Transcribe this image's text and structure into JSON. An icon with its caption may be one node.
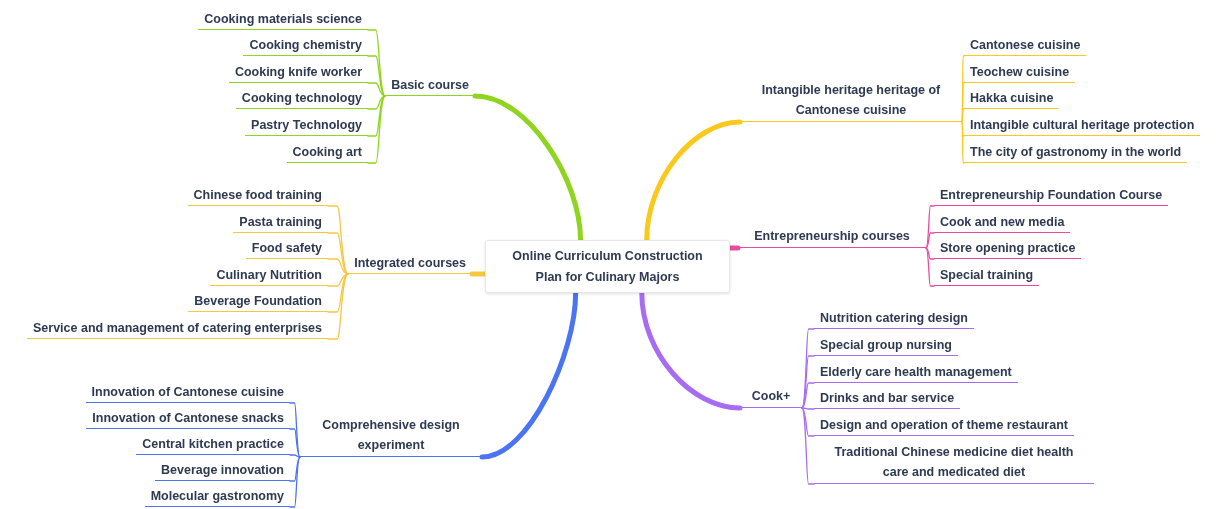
{
  "diagram": {
    "nodes": [
      {
        "text": [
          "Online Curriculum Construction Plan for Culinary Majors"
        ]
      },
      {
        "text": [
          "Basic course"
        ]
      },
      {
        "text": [
          "Cooking materials science"
        ]
      },
      {
        "text": [
          "Cooking chemistry"
        ]
      },
      {
        "text": [
          "Cooking knife worker"
        ]
      },
      {
        "text": [
          "Cooking technology"
        ]
      },
      {
        "text": [
          "Pastry Technology"
        ]
      },
      {
        "text": [
          "Cooking art"
        ]
      },
      {
        "text": [
          "Integrated courses"
        ]
      },
      {
        "text": [
          "Chinese food training"
        ]
      },
      {
        "text": [
          "Pasta training"
        ]
      },
      {
        "text": [
          "Food safety"
        ]
      },
      {
        "text": [
          "Culinary Nutrition"
        ]
      },
      {
        "text": [
          "Beverage Foundation"
        ]
      },
      {
        "text": [
          "Service and management of catering enterprises"
        ]
      },
      {
        "text": [
          "Comprehensive design experiment"
        ]
      },
      {
        "text": [
          "Innovation of Cantonese cuisine"
        ]
      },
      {
        "text": [
          "Innovation of Cantonese snacks"
        ]
      },
      {
        "text": [
          "Central kitchen practice"
        ]
      },
      {
        "text": [
          "Beverage innovation"
        ]
      },
      {
        "text": [
          "Molecular gastronomy"
        ]
      },
      {
        "text": [
          "Intangible heritage heritage of Cantonese cuisine"
        ]
      },
      {
        "text": [
          "Cantonese cuisine"
        ]
      },
      {
        "text": [
          "Teochew cuisine"
        ]
      },
      {
        "text": [
          "Hakka cuisine"
        ]
      },
      {
        "text": [
          "Intangible cultural heritage protection"
        ]
      },
      {
        "text": [
          "The city of gastronomy in the world"
        ]
      },
      {
        "text": [
          "Entrepreneurship courses"
        ]
      },
      {
        "text": [
          "Entrepreneurship Foundation Course"
        ]
      },
      {
        "text": [
          "Cook and new media"
        ]
      },
      {
        "text": [
          "Store opening practice"
        ]
      },
      {
        "text": [
          "Special training"
        ]
      },
      {
        "text": [
          "Cook+"
        ]
      },
      {
        "text": [
          "Nutrition catering design"
        ]
      },
      {
        "text": [
          "Special group nursing"
        ]
      },
      {
        "text": [
          "Elderly care health management"
        ]
      },
      {
        "text": [
          "Drinks and bar service"
        ]
      },
      {
        "text": [
          "Design and operation of theme restaurant"
        ]
      },
      {
        "text": [
          "Traditional Chinese medicine diet health care and medicated diet"
        ]
      }
    ],
    "edges": [
      {
        "from": 0,
        "to": 1,
        "arrow": "none",
        "style": "thick",
        "color": "#8fd41e"
      },
      {
        "from": 1,
        "to": 2,
        "arrow": "none",
        "color": "#8fd41e"
      },
      {
        "from": 1,
        "to": 3,
        "arrow": "none",
        "color": "#8fd41e"
      },
      {
        "from": 1,
        "to": 4,
        "arrow": "none",
        "color": "#8fd41e"
      },
      {
        "from": 1,
        "to": 5,
        "arrow": "none",
        "color": "#8fd41e"
      },
      {
        "from": 1,
        "to": 6,
        "arrow": "none",
        "color": "#8fd41e"
      },
      {
        "from": 1,
        "to": 7,
        "arrow": "none",
        "color": "#8fd41e"
      },
      {
        "from": 0,
        "to": 8,
        "arrow": "none",
        "style": "thick",
        "color": "#f5c842"
      },
      {
        "from": 8,
        "to": 9,
        "arrow": "none",
        "color": "#f5c842"
      },
      {
        "from": 8,
        "to": 10,
        "arrow": "none",
        "color": "#f5c842"
      },
      {
        "from": 8,
        "to": 11,
        "arrow": "none",
        "color": "#f5c842"
      },
      {
        "from": 8,
        "to": 12,
        "arrow": "none",
        "color": "#f5c842"
      },
      {
        "from": 8,
        "to": 13,
        "arrow": "none",
        "color": "#f5c842"
      },
      {
        "from": 8,
        "to": 14,
        "arrow": "none",
        "color": "#f5c842"
      },
      {
        "from": 0,
        "to": 15,
        "arrow": "none",
        "style": "thick",
        "color": "#4a74f2"
      },
      {
        "from": 15,
        "to": 16,
        "arrow": "none",
        "color": "#4a74f2"
      },
      {
        "from": 15,
        "to": 17,
        "arrow": "none",
        "color": "#4a74f2"
      },
      {
        "from": 15,
        "to": 18,
        "arrow": "none",
        "color": "#4a74f2"
      },
      {
        "from": 15,
        "to": 19,
        "arrow": "none",
        "color": "#4a74f2"
      },
      {
        "from": 15,
        "to": 20,
        "arrow": "none",
        "color": "#4a74f2"
      },
      {
        "from": 0,
        "to": 21,
        "arrow": "none",
        "style": "thick",
        "color": "#fbc91c"
      },
      {
        "from": 21,
        "to": 22,
        "arrow": "none",
        "color": "#fbc91c"
      },
      {
        "from": 21,
        "to": 23,
        "arrow": "none",
        "color": "#fbc91c"
      },
      {
        "from": 21,
        "to": 24,
        "arrow": "none",
        "color": "#fbc91c"
      },
      {
        "from": 21,
        "to": 25,
        "arrow": "none",
        "color": "#fbc91c"
      },
      {
        "from": 21,
        "to": 26,
        "arrow": "none",
        "color": "#fbc91c"
      },
      {
        "from": 0,
        "to": 27,
        "arrow": "none",
        "style": "thick",
        "color": "#ec4a9f"
      },
      {
        "from": 27,
        "to": 28,
        "arrow": "none",
        "color": "#ec4a9f"
      },
      {
        "from": 27,
        "to": 29,
        "arrow": "none",
        "color": "#ec4a9f"
      },
      {
        "from": 27,
        "to": 30,
        "arrow": "none",
        "color": "#ec4a9f"
      },
      {
        "from": 27,
        "to": 31,
        "arrow": "none",
        "color": "#ec4a9f"
      },
      {
        "from": 0,
        "to": 32,
        "arrow": "none",
        "style": "thick",
        "color": "#a86cf2"
      },
      {
        "from": 32,
        "to": 33,
        "arrow": "none",
        "color": "#a86cf2"
      },
      {
        "from": 32,
        "to": 34,
        "arrow": "none",
        "color": "#a86cf2"
      },
      {
        "from": 32,
        "to": 35,
        "arrow": "none",
        "color": "#a86cf2"
      },
      {
        "from": 32,
        "to": 36,
        "arrow": "none",
        "color": "#a86cf2"
      },
      {
        "from": 32,
        "to": 37,
        "arrow": "none",
        "color": "#a86cf2"
      },
      {
        "from": 32,
        "to": 38,
        "arrow": "none",
        "color": "#a86cf2"
      }
    ]
  }
}
